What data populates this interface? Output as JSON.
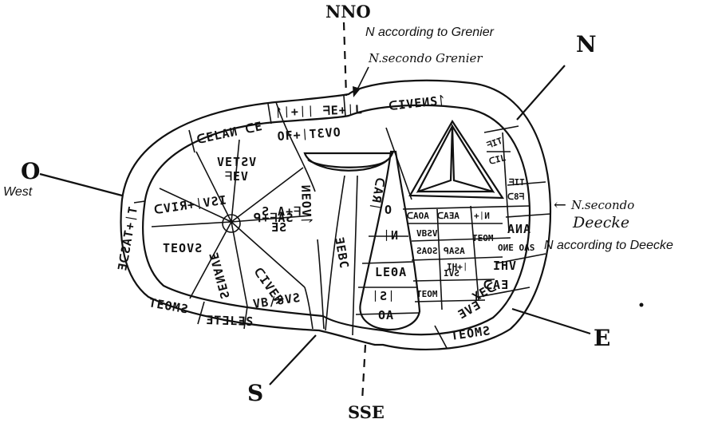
{
  "compass": {
    "nno": "NNO",
    "n": "N",
    "o": "O",
    "west": "West",
    "e": "E",
    "s": "S",
    "sse": "SSE"
  },
  "annotations": {
    "grenier_en": "N according to Grenier",
    "grenier_it": "N.secondo Grenier",
    "deecke_it_1": "N.secondo",
    "deecke_it_2": "Deecke",
    "deecke_en": "N according to Deecke",
    "arrow_glyph": "←"
  },
  "inscriptions": {
    "rim_top_1": "ᛚᛁ+ᛁᛁ ᖷE+ᛁL",
    "rim_top_2": "ᑕIVEИSᛚ",
    "rim_upper_left": "ᑕELAИ ᑕE",
    "rim_left": "ƎᑕƧAT+ᛁT",
    "rim_bottom_1": "TEOMƧ",
    "rim_bottom_2": "ƎTƎLƎS",
    "rim_bottom_right": "TEOMƧ",
    "left_w1": "ᑕVIЯ+ᛁVƧI",
    "left_w2": "VETƧV",
    "left_w3": "ᖷEV",
    "left_w4": "Ƨ A+ᖷ",
    "left_w5": "ƎƧ",
    "left_w6": "ᑕIVEИ",
    "left_w7": "ƎVAИƎƧ",
    "left_w8": "TEOVƧ",
    "left_w9": "ᑫ+ᖷAƧ",
    "left_w10": "VB/8VƧ",
    "mid_w1": "OF+ᛁTƐVO",
    "mid_w2": "ИEOVᛚ",
    "mid_w3": "ᑕAЯᛁ",
    "mid_w4": "ƎEBC",
    "mid_w5": "O",
    "mid_w6": "ᛁИ",
    "mid_w7": "LEΘA",
    "mid_w8": "ᛁƧᛁ",
    "mid_w9": "OA",
    "right_w1": "IVƧ",
    "right_w2": "ᑫAƧA",
    "right_w3": "IH+ᛁ",
    "right_w4": "ƧAOƧ",
    "right_w5": "ᑕAƎA",
    "right_w6": "VBƧV",
    "right_w7": "ᖷIT",
    "right_w8": "ᑕ8ᖷ",
    "right_w9": "TEOM",
    "right_w10": "ᑕAOA",
    "right_w11": "+ᛁИ",
    "right_w12": "AИA",
    "right_w13": "OИE OAS",
    "right_w14": "IHV",
    "right_w15": "ᑕAƎ",
    "right_w16": "XEᑕ",
    "right_w17": "ƎVƎ",
    "right_w18": "TEOM",
    "right_w19": "ᖷIT",
    "right_w20": "ᑕIL"
  }
}
